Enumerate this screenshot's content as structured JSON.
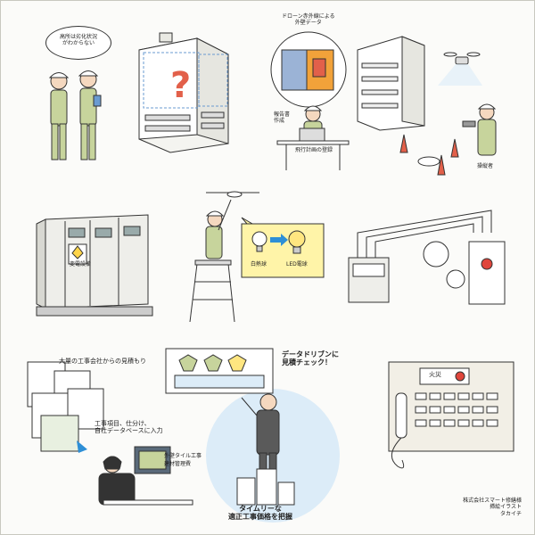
{
  "colors": {
    "uniform": "#c7d49c",
    "helmet": "#ffffff",
    "outline": "#333333",
    "cone": "#e2604a",
    "bulb_warm": "#ffe680",
    "label_box": "#fff4a8",
    "arrow_blue": "#2e8fd6",
    "alarm_red": "#e0463c",
    "sky_blue": "#dcecf8",
    "thermal_orange": "#f2a23a"
  },
  "icons": [
    "question-mark-icon",
    "drone-icon",
    "traffic-cone-icon",
    "light-bulb-icon",
    "led-bulb-icon",
    "arrow-icon",
    "smoke-detector-icon",
    "alarm-button-icon",
    "telephone-handset-icon",
    "warning-sign-icon"
  ],
  "panel1": {
    "speech": "高所は劣化状況\nがわからない"
  },
  "panel2": {
    "caption": "ドローン赤外線による\n外壁データ",
    "report": "報告書\n作成",
    "flight_plan": "飛行計画の登録",
    "operator": "操縦者"
  },
  "panel3": {
    "sign": "変電設備"
  },
  "panel4": {
    "incandescent": "白熱球",
    "led": "LED電球"
  },
  "panel6": {
    "estimate": "大量の工事会社からの見積もり",
    "input": "工事項目、仕分け、\n自社データベースに入力",
    "screen_line1": "外壁タイル工事",
    "screen_line2": "建材管理費",
    "check": "データドリブンに\n見積チェック！",
    "timely": "タイムリーな\n適正工事価格を把握"
  },
  "panel7": {
    "fire_label": "火災"
  },
  "credit": {
    "company": "株式会社スマート修繕様",
    "project": "挿絵イラスト",
    "author": "タカイチ"
  }
}
